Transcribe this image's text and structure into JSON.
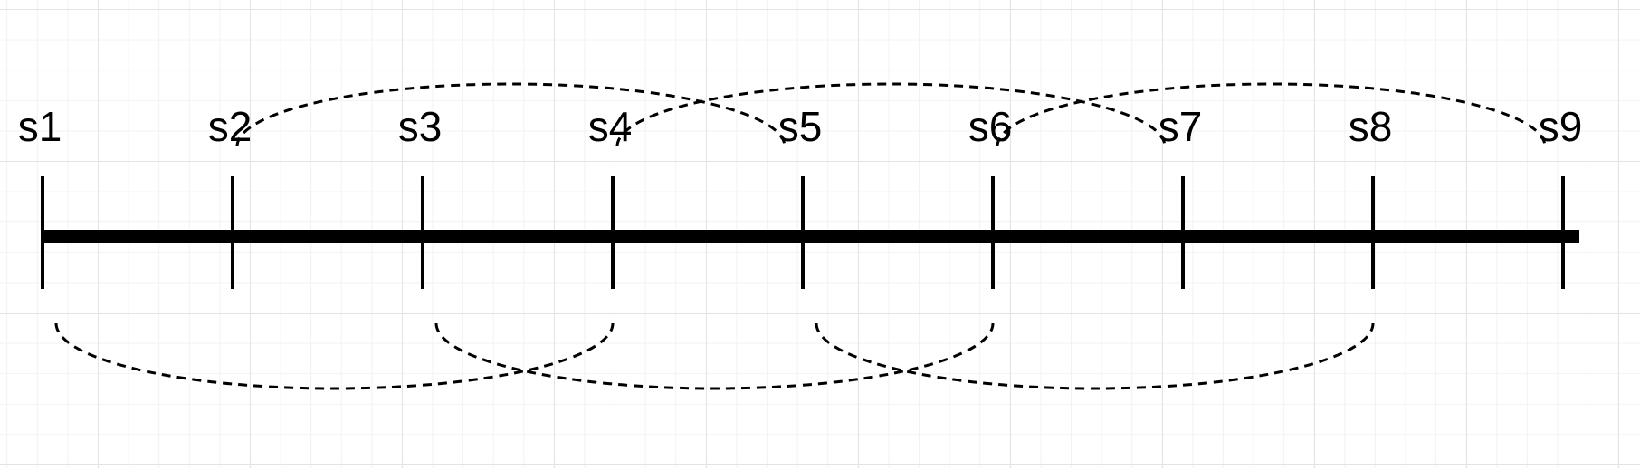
{
  "diagram": {
    "labels": [
      "s1",
      "s2",
      "s3",
      "s4",
      "s5",
      "s6",
      "s7",
      "s8",
      "s9"
    ],
    "upper_arcs": [
      {
        "from": "s2",
        "to": "s5"
      },
      {
        "from": "s4",
        "to": "s7"
      },
      {
        "from": "s6",
        "to": "s9"
      }
    ],
    "lower_arcs": [
      {
        "from": "s1",
        "to": "s4"
      },
      {
        "from": "s3",
        "to": "s6"
      },
      {
        "from": "s5",
        "to": "s8"
      }
    ],
    "colors": {
      "line": "#000000",
      "grid": "#e4e4e4"
    }
  }
}
